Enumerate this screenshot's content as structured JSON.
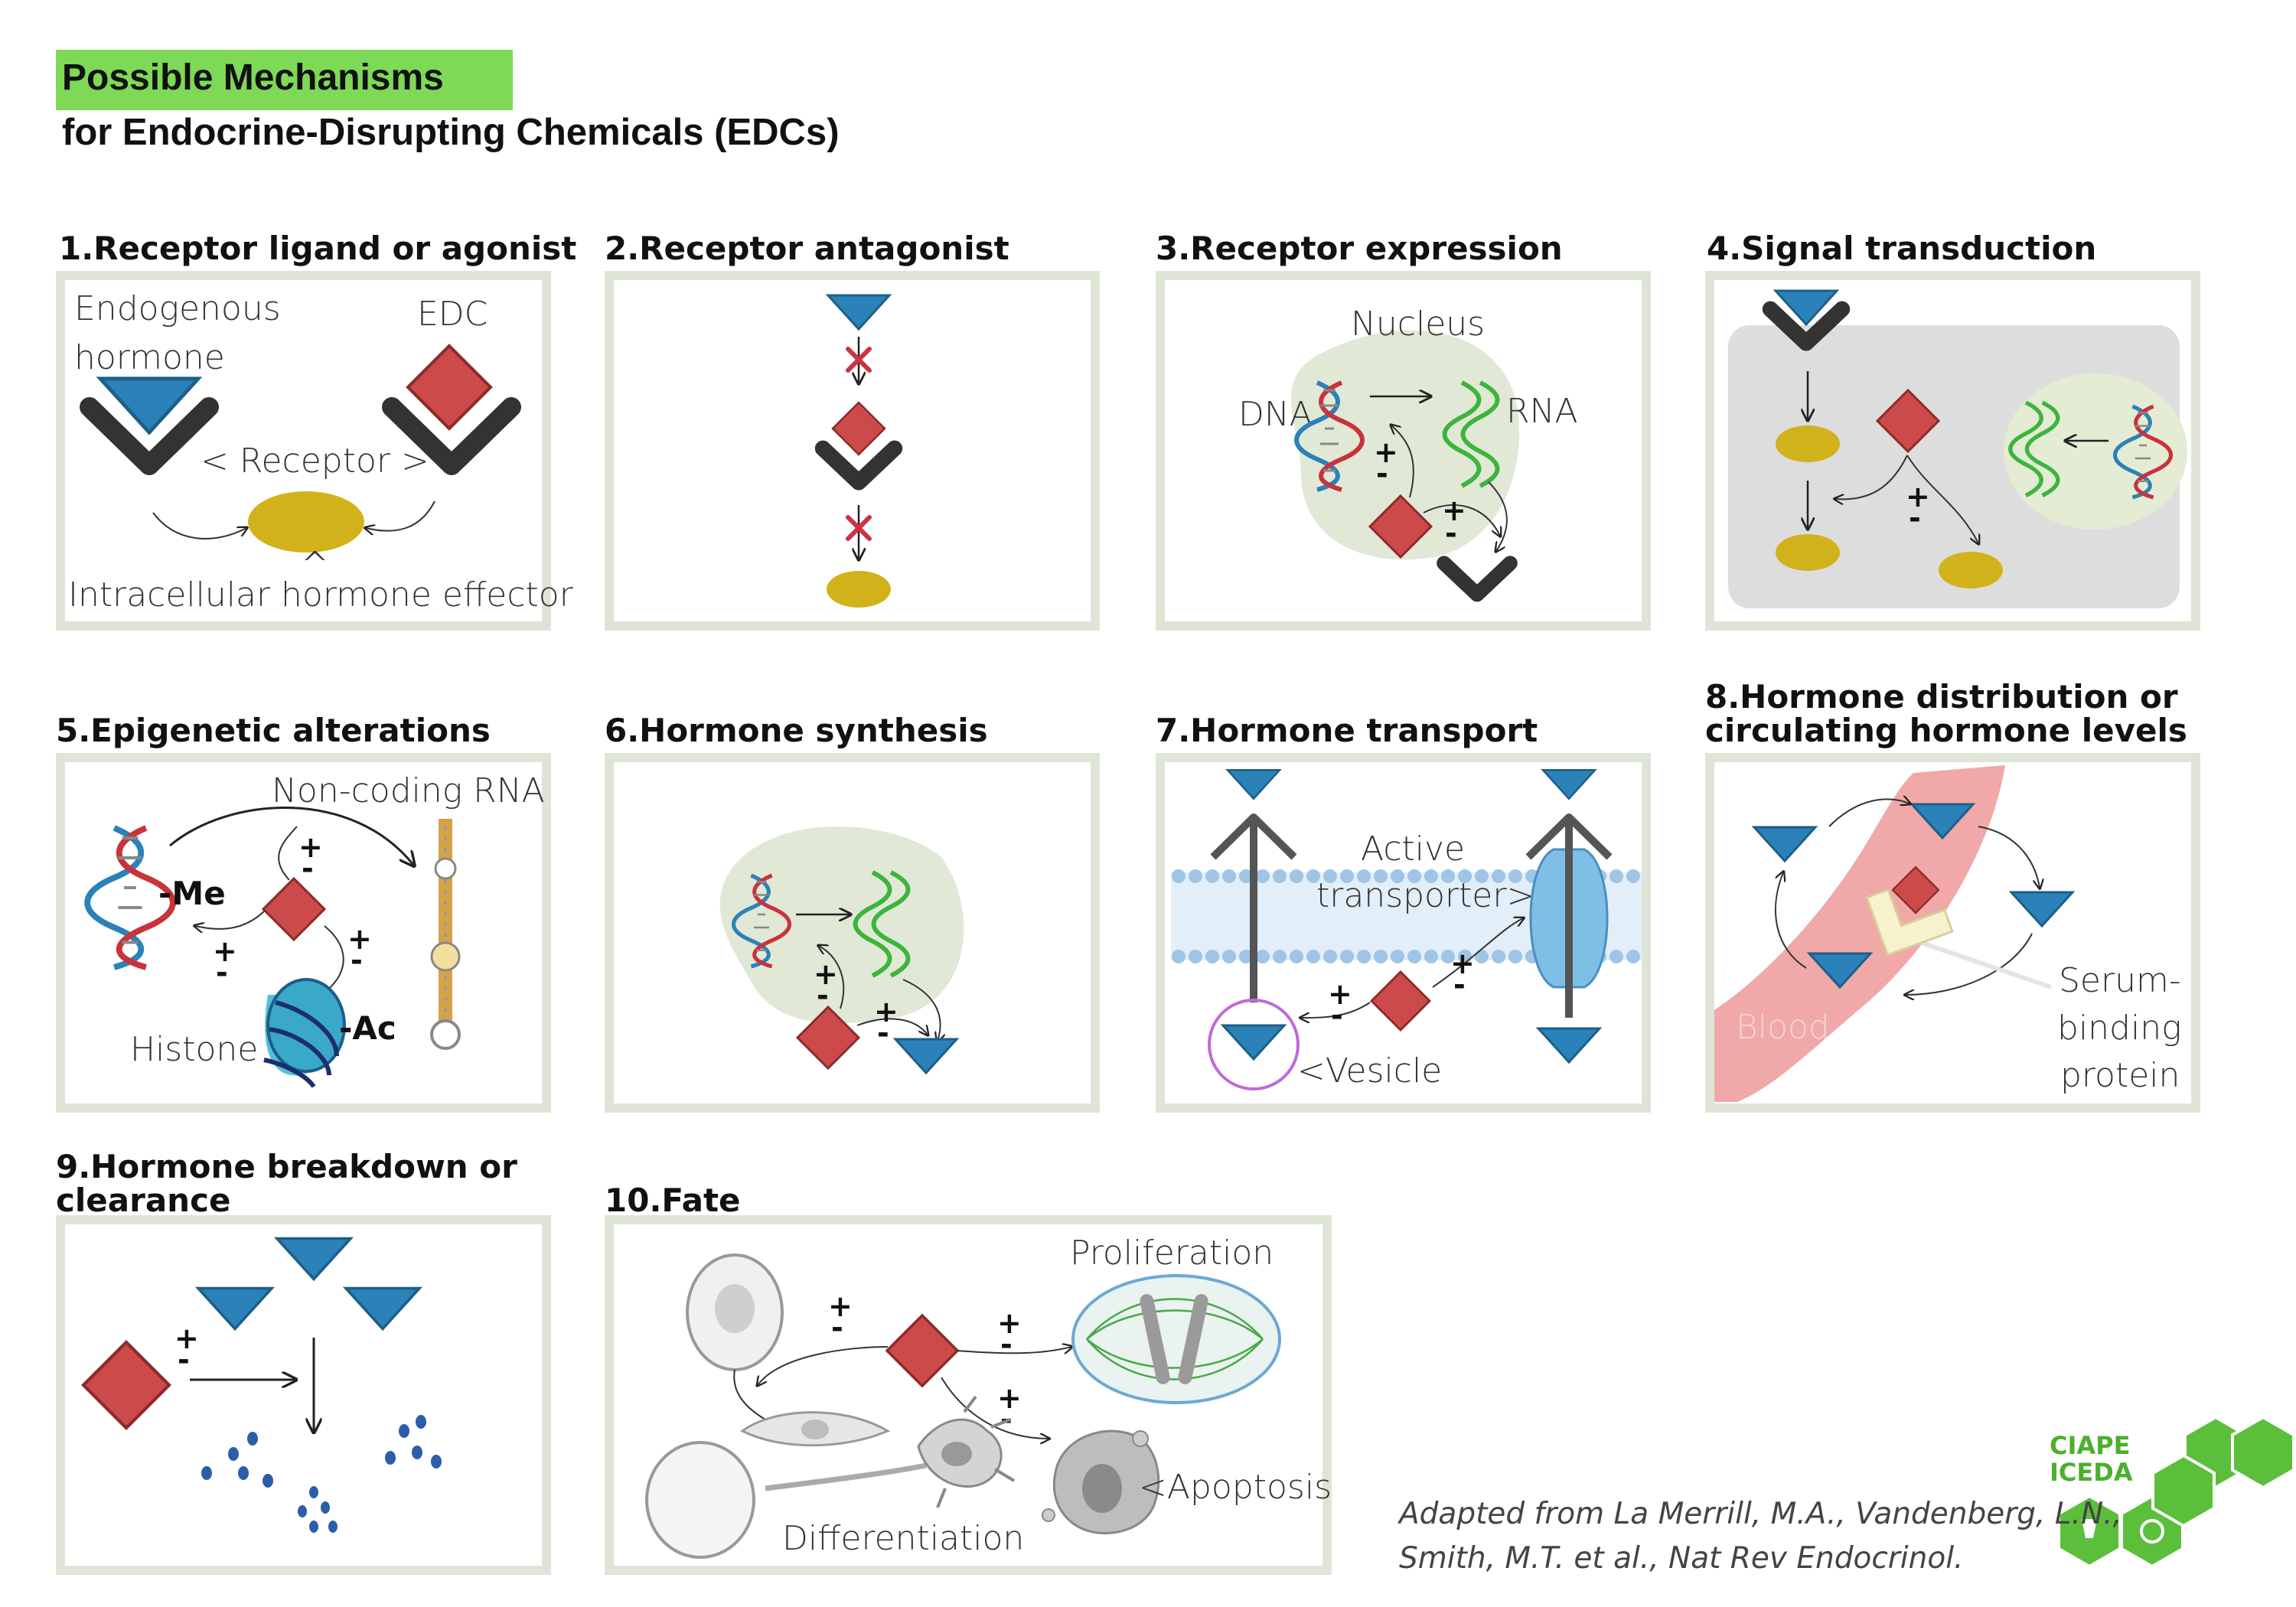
{
  "header": {
    "title": "Possible Mechanisms",
    "subtitle": "for Endocrine-Disrupting Chemicals (EDCs)"
  },
  "panels": [
    {
      "title": "1.Receptor ligand or agonist",
      "labels": {
        "hormone_1": "Endogenous",
        "hormone_2": "hormone",
        "edc": "EDC",
        "receptor": "< Receptor >",
        "caret": "^",
        "effector": "Intracellular hormone effector"
      }
    },
    {
      "title": "2.Receptor antagonist"
    },
    {
      "title": "3.Receptor expression",
      "labels": {
        "nucleus": "Nucleus",
        "dna": "DNA",
        "rna": "RNA"
      }
    },
    {
      "title": "4.Signal transduction"
    },
    {
      "title": "5.Epigenetic alterations",
      "labels": {
        "ncrna": "Non-coding RNA",
        "me": "-Me",
        "ac": "-Ac",
        "histone": "Histone"
      }
    },
    {
      "title": "6.Hormone synthesis"
    },
    {
      "title": "7.Hormone transport",
      "labels": {
        "active": "Active",
        "transporter": "transporter>",
        "vesicle": "<Vesicle"
      }
    },
    {
      "title_1": "8.Hormone distribution or",
      "title_2": "circulating hormone levels",
      "labels": {
        "blood": "Blood",
        "sbp_1": "Serum-",
        "sbp_2": "binding",
        "sbp_3": "protein"
      }
    },
    {
      "title_1": "9.Hormone breakdown or",
      "title_2": "clearance"
    },
    {
      "title": "10.Fate",
      "labels": {
        "proliferation": "Proliferation",
        "apoptosis": "<Apoptosis",
        "differentiation": "Differentiation"
      }
    }
  ],
  "signs": {
    "plus": "+",
    "minus": "-"
  },
  "credit": {
    "line1": "Adapted from La Merrill, M.A., Vandenberg, L.N.,",
    "line2": "Smith, M.T. et al., Nat Rev Endocrinol."
  },
  "logo": {
    "line1": "CIAPE",
    "line2": "ICEDA"
  },
  "colors": {
    "accent_green": "#7ed957",
    "panel_border": "#dfe5d6",
    "hormone_blue": "#2a82b8",
    "edc_red": "#cc4a4a",
    "receptor_dark": "#333333",
    "effector_yellow": "#d2b21a",
    "nucleus_green": "#e2e8d6",
    "rna_green": "#3cb53c",
    "blood_pink": "#f0a8a8",
    "cell_grey": "#dddddd",
    "logo_green": "#5bbf3c"
  }
}
